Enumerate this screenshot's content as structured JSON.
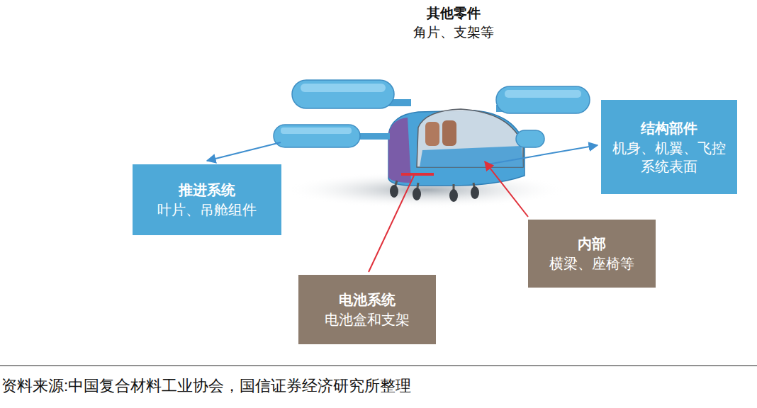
{
  "diagram": {
    "caption": "资料来源:中国复合材料工业协会，国信证券经济研究所整理",
    "nodes": [
      {
        "text": [
          "结构部件",
          "机身、机翼、飞控系统表面"
        ]
      },
      {
        "text": [
          "推进系统",
          "叶片、吊舱组件"
        ]
      },
      {
        "text": [
          "内部",
          "横梁、座椅等"
        ]
      },
      {
        "text": [
          "电池系统",
          "电池盒和支架"
        ]
      }
    ],
    "labels": [
      "其他零件",
      "角片、支架等"
    ]
  }
}
